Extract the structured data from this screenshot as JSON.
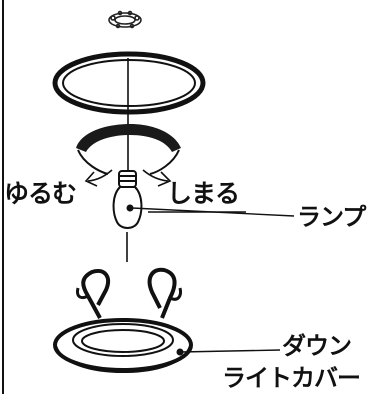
{
  "labels": {
    "loosen": "ゆるむ",
    "tighten": "しまる",
    "lamp": "ランプ",
    "cover_line1": "ダウン",
    "cover_line2": "ライトカバー"
  },
  "colors": {
    "ink": "#111111",
    "background": "#ffffff"
  }
}
